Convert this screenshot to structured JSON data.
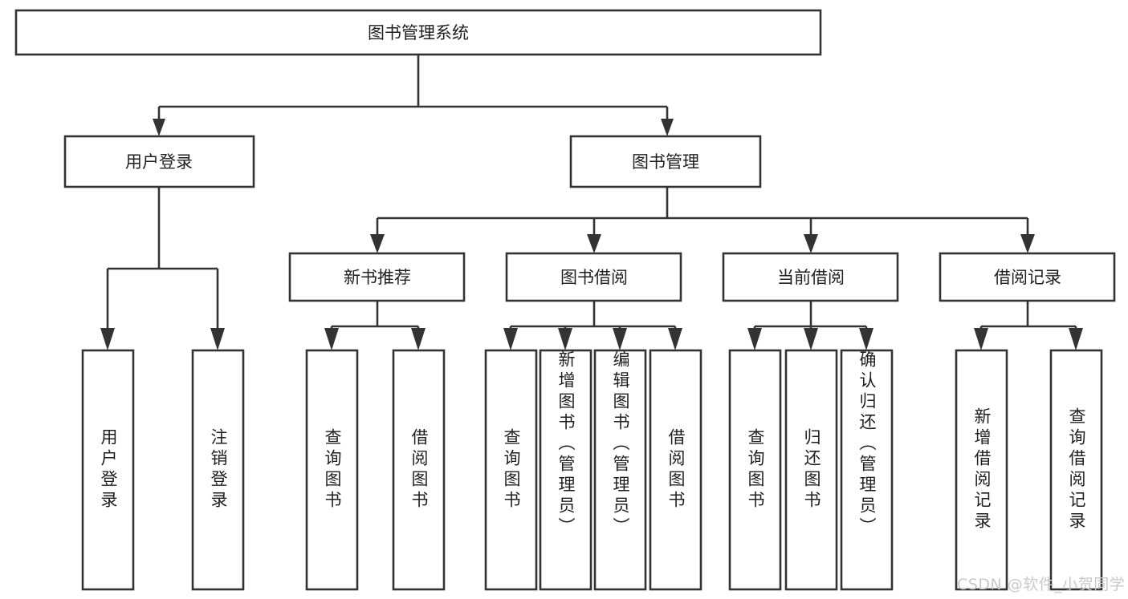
{
  "diagram": {
    "type": "tree-hierarchy-chart",
    "title": "图书管理系统",
    "orientation": "top-down",
    "colors": {
      "box_stroke": "#333333",
      "box_fill": "#ffffff",
      "text": "#1f1f1f",
      "watermark": "#c9c9c9",
      "background": "#ffffff"
    },
    "root": {
      "label": "图书管理系统"
    },
    "level2": [
      {
        "label": "用户登录"
      },
      {
        "label": "图书管理"
      }
    ],
    "level3": [
      {
        "label": "新书推荐"
      },
      {
        "label": "图书借阅"
      },
      {
        "label": "当前借阅"
      },
      {
        "label": "借阅记录"
      }
    ],
    "leaves": {
      "user_login": [
        {
          "label": "用户登录"
        },
        {
          "label": "注销登录"
        }
      ],
      "new_book_recommend": [
        {
          "label": "查询图书"
        },
        {
          "label": "借阅图书"
        }
      ],
      "book_borrow": [
        {
          "label": "查询图书"
        },
        {
          "label": "新增图书（管理员）"
        },
        {
          "label": "编辑图书（管理员）"
        },
        {
          "label": "借阅图书"
        }
      ],
      "current_borrow": [
        {
          "label": "查询图书"
        },
        {
          "label": "归还图书"
        },
        {
          "label": "确认归还（管理员）"
        }
      ],
      "borrow_record": [
        {
          "label": "新增借阅记录"
        },
        {
          "label": "查询借阅记录"
        }
      ]
    },
    "watermark": "CSDN @软件_小贺同学"
  }
}
